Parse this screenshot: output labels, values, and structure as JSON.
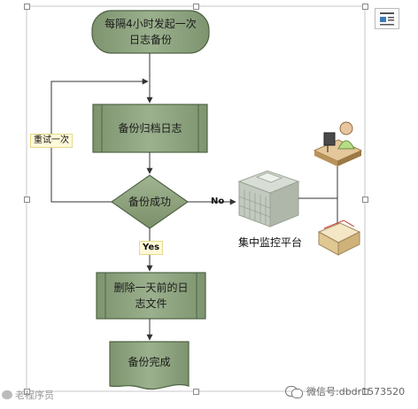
{
  "nodes": {
    "start": {
      "line1": "每隔4小时发起一次",
      "line2": "日志备份"
    },
    "archive": "备份归档日志",
    "decision": "备份成功",
    "delete": {
      "line1": "删除一天前的日",
      "line2": "志文件"
    },
    "done": "备份完成",
    "monitor": "集中监控平台"
  },
  "edges": {
    "retry": "重试一次",
    "no": "No",
    "yes": "Yes"
  },
  "watermarks": {
    "left": "老程序员",
    "right": "微信号:dbdr1573520"
  },
  "colors": {
    "node_fill": "#8fa481",
    "node_fill_dark": "#6e8564",
    "node_stroke": "#4f6344",
    "arrow": "#333333"
  },
  "icons": [
    "server-cube-icon",
    "operator-desk-icon",
    "envelope-icon",
    "layout-options-icon",
    "wechat-icon"
  ]
}
